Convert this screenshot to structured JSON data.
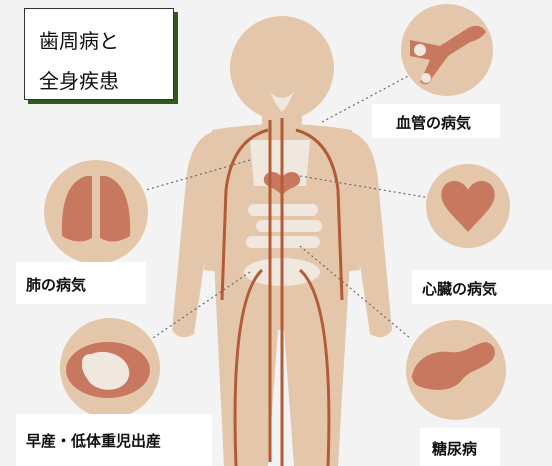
{
  "title": {
    "line1": "歯周病と",
    "line2": "全身疾患"
  },
  "labels": {
    "vessel": "血管の病気",
    "lung": "肺の病気",
    "heart": "心臓の病気",
    "birth": "早産・低体重児出産",
    "diabetes": "糖尿病"
  },
  "colors": {
    "body": "#e4c7aa",
    "organ": "#c7785f",
    "circle": "#e4c7aa",
    "vessel_line": "#b35b37",
    "highlight": "#f0e8df",
    "accent_border": "#2f5a1e"
  },
  "icons": [
    "blood-vessel-icon",
    "lungs-icon",
    "heart-icon",
    "fetus-icon",
    "pancreas-icon"
  ]
}
